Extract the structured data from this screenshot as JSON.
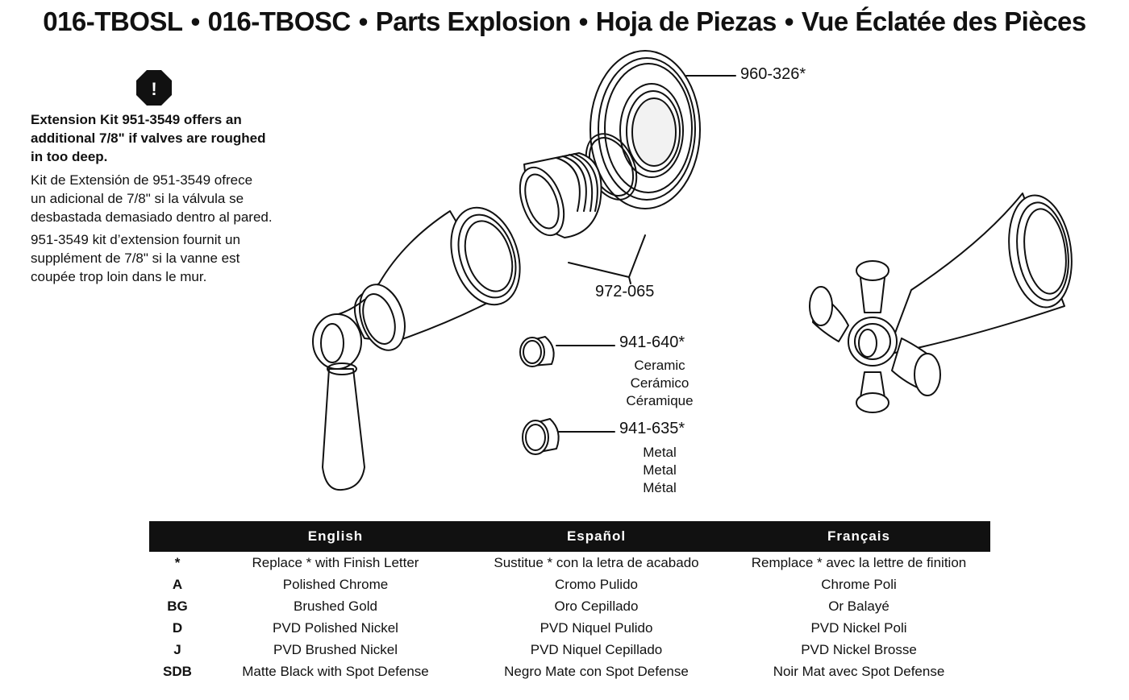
{
  "title": {
    "model_l": "016-TBOSL",
    "model_c": "016-TBOSC",
    "en": "Parts Explosion",
    "es": "Hoja de Piezas",
    "fr": "Vue Éclatée des Pièces",
    "separator": "•"
  },
  "warning": {
    "icon": "exclamation-octagon-icon",
    "icon_glyph": "!",
    "en_lines": [
      "Extension Kit 951-3549 offers an",
      "additional 7/8\" if valves are roughed",
      "in too deep."
    ],
    "es_lines": [
      "Kit de Extensión de 951-3549 ofrece",
      "un adicional de 7/8\" si la válvula se",
      "desbastada demasiado dentro al pared."
    ],
    "fr_lines": [
      "951-3549 kit d’extension fournit un",
      "supplément de 7/8\" si la vanne est",
      "coupée trop loin dans le mur."
    ]
  },
  "parts": {
    "escutcheon": "960-326*",
    "extension": "972-065",
    "cartridge_ceramic": {
      "number": "941-640*",
      "en": "Ceramic",
      "es": "Cerámico",
      "fr": "Céramique"
    },
    "cartridge_metal": {
      "number": "941-635*",
      "en": "Metal",
      "es": "Metal",
      "fr": "Métal"
    }
  },
  "finish_table": {
    "headers": [
      "",
      "English",
      "Español",
      "Français"
    ],
    "rows": [
      {
        "code": "*",
        "en": "Replace * with Finish Letter",
        "es": "Sustitue * con la letra de acabado",
        "fr": "Remplace * avec la lettre de finition"
      },
      {
        "code": "A",
        "en": "Polished Chrome",
        "es": "Cromo Pulido",
        "fr": "Chrome Poli"
      },
      {
        "code": "BG",
        "en": "Brushed Gold",
        "es": "Oro Cepillado",
        "fr": "Or Balayé"
      },
      {
        "code": "D",
        "en": "PVD Polished Nickel",
        "es": "PVD Niquel Pulido",
        "fr": "PVD Nickel Poli"
      },
      {
        "code": "J",
        "en": "PVD Brushed Nickel",
        "es": "PVD Niquel Cepillado",
        "fr": "PVD Nickel Brosse"
      },
      {
        "code": "SDB",
        "en": "Matte Black with Spot Defense",
        "es": "Negro Mate con Spot Defense",
        "fr": "Noir Mat avec Spot Defense"
      }
    ]
  }
}
